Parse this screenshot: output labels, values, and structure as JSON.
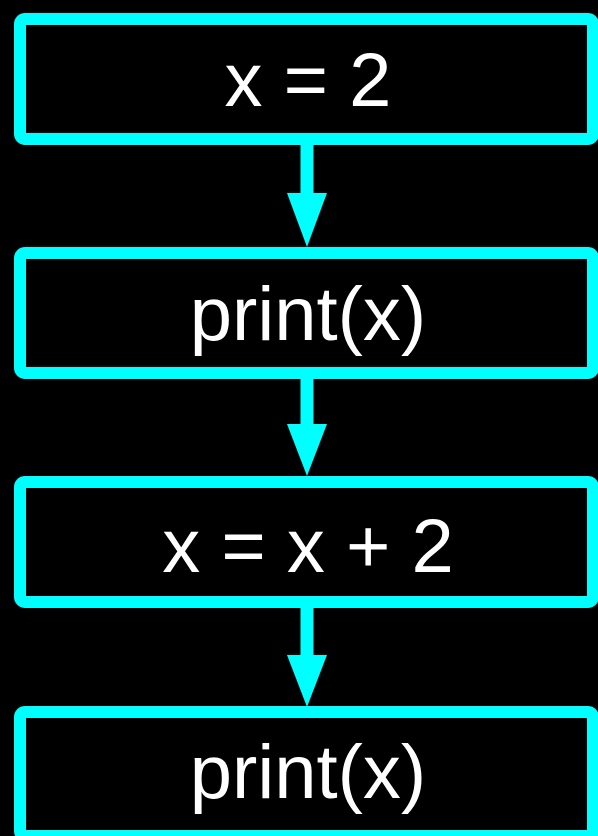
{
  "colors": {
    "background": "#000000",
    "accent": "#00FFFF",
    "text": "#FFFFFF"
  },
  "steps": [
    {
      "label": "x = 2"
    },
    {
      "label": "print(x)"
    },
    {
      "label": "x = x + 2"
    },
    {
      "label": "print(x)"
    }
  ]
}
